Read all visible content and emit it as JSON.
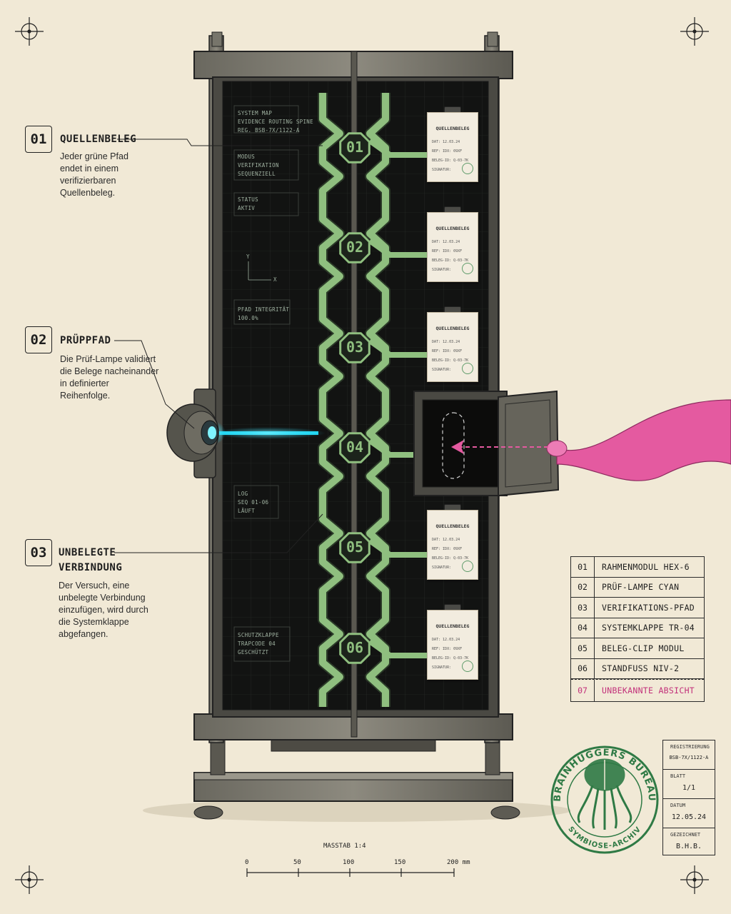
{
  "screen": {
    "header": [
      "SYSTEM MAP",
      "EVIDENCE ROUTING SPINE",
      "REG. BSB-7X/1122-A"
    ],
    "modus": [
      "MODUS",
      "VERIFIKATION",
      "SEQUENZIELL"
    ],
    "status": [
      "STATUS",
      "AKTIV"
    ],
    "axis_y": "Y",
    "axis_x": "X",
    "integrity": [
      "PFAD INTEGRITÄT",
      "100.0%"
    ],
    "log": [
      "LOG",
      "SEQ 01-06",
      "LÄUFT"
    ],
    "schutz": [
      "SCHUTZKLAPPE",
      "TRAPCODE 04",
      "GESCHÜTZT"
    ]
  },
  "nodes": [
    "01",
    "02",
    "03",
    "04",
    "05",
    "06"
  ],
  "card": {
    "title": "QUELLENBELEG",
    "lines": [
      "DAT: 12.03.24",
      "REF: IDX: 09XF",
      "BELEG-ID: Q-03-7K",
      "SIGNATUR:"
    ]
  },
  "callouts": [
    {
      "num": "01",
      "title": "QUELLENBELEG",
      "desc": "Jeder grüne Pfad endet in einem verifizierbaren Quellenbeleg."
    },
    {
      "num": "02",
      "title": "PRÜPPFAD",
      "desc": "Die Prüf-Lampe validiert die Belege nacheinander in definierter Reihenfolge."
    },
    {
      "num": "03",
      "title": "UNBELEGTE VERBINDUNG",
      "desc": "Der Versuch, eine unbelegte Verbindung einzufügen, wird durch die Systemklappe abgefangen."
    }
  ],
  "parts": [
    {
      "num": "01",
      "label": "RAHMENMODUL HEX-6"
    },
    {
      "num": "02",
      "label": "PRÜF-LAMPE CYAN"
    },
    {
      "num": "03",
      "label": "VERIFIKATIONS-PFAD"
    },
    {
      "num": "04",
      "label": "SYSTEMKLAPPE TR-04"
    },
    {
      "num": "05",
      "label": "BELEG-CLIP MODUL"
    },
    {
      "num": "06",
      "label": "STANDFUSS NIV-2"
    },
    {
      "num": "07",
      "label": "UNBEKANNTE ABSICHT"
    }
  ],
  "stamp": {
    "top": "BRAINHUGGERS BUREAU",
    "bottom": "SYMBIOSE-ARCHIV"
  },
  "title_block": [
    {
      "label": "REGISTRIERUNG",
      "value": "BSB-7X/1122-A"
    },
    {
      "label": "BLATT",
      "value": "1/1"
    },
    {
      "label": "DATUM",
      "value": "12.05.24"
    },
    {
      "label": "GEZEICHNET",
      "value": "B.H.B."
    }
  ],
  "scale": {
    "title": "MASSTAB 1:4",
    "ticks": [
      "0",
      "50",
      "100",
      "150",
      "200 mm"
    ]
  },
  "colors": {
    "paper": "#f1e9d6",
    "frame": "#4b4a44",
    "screen": "#121312",
    "path_green": "#8fbf7f",
    "lamp_cyan": "#22d6f2",
    "intruder_pink": "#e45aa0",
    "stamp_green": "#2f7a45"
  }
}
